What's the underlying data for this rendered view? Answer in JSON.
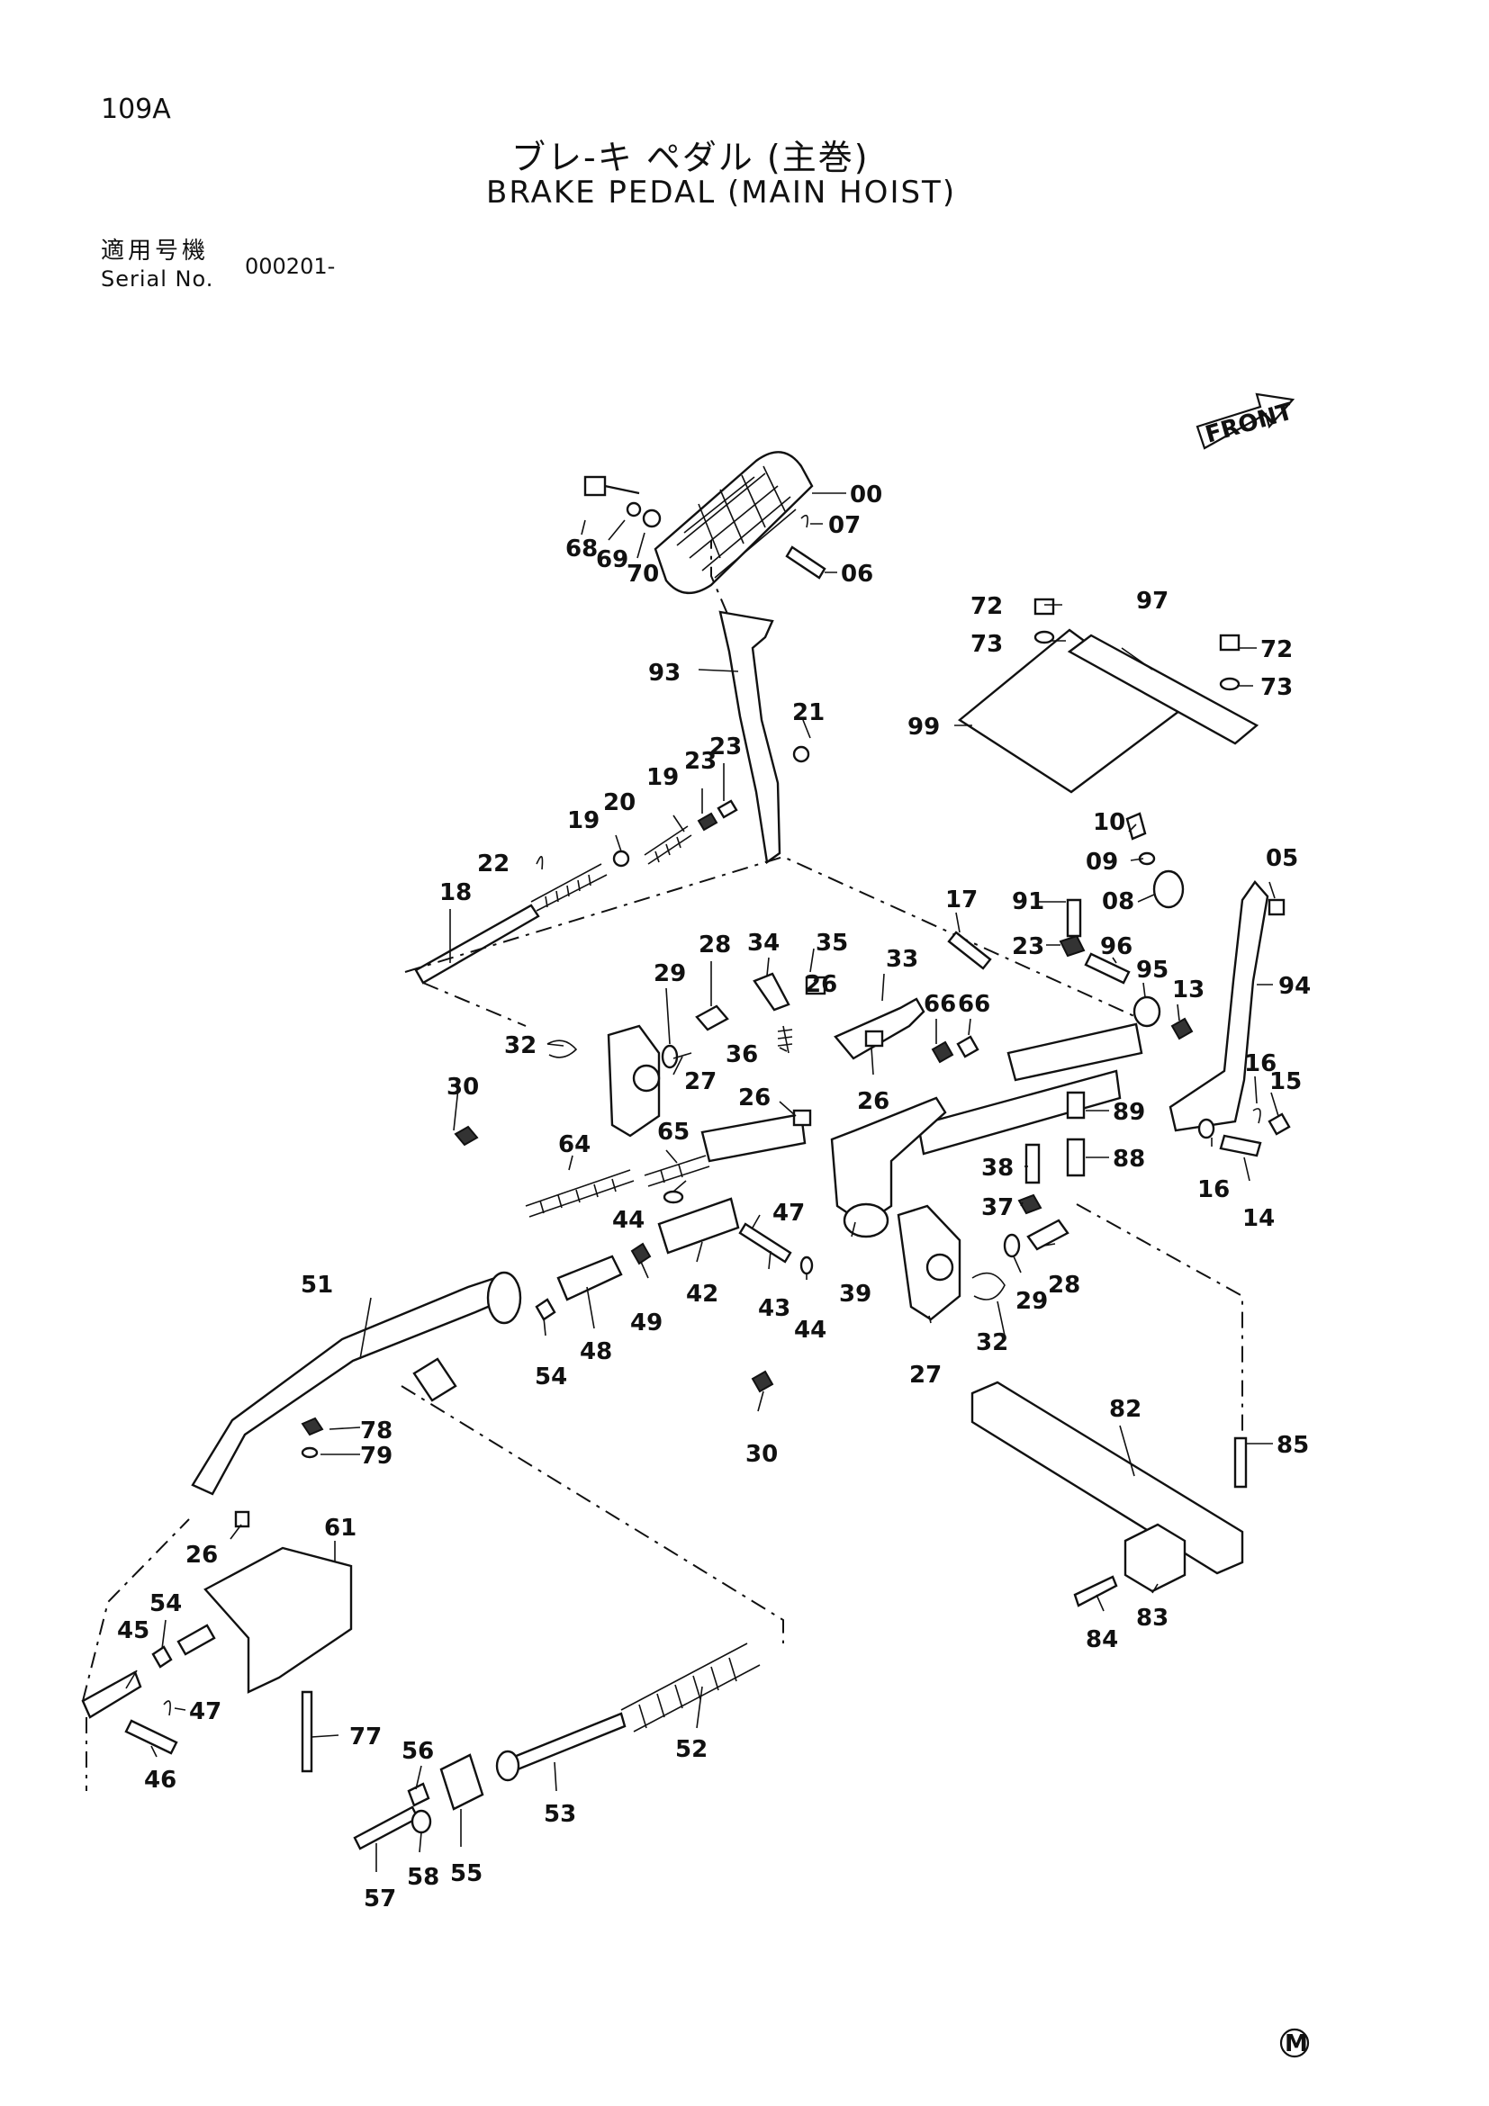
{
  "header": {
    "page_number": "109A",
    "title_jp": "ブレ-キ ペダル (主巻)",
    "title_en": "BRAKE PEDAL (MAIN HOIST)",
    "serial_label_jp": "適用号機",
    "serial_label_en": "Serial No.",
    "serial_value": "000201-"
  },
  "front_marker": "FRONT",
  "footer_mark": "M",
  "part_labels": {
    "p00": "00",
    "p05": "05",
    "p06": "06",
    "p07": "07",
    "p08": "08",
    "p09": "09",
    "p10": "10",
    "p13": "13",
    "p14": "14",
    "p15": "15",
    "p16a": "16",
    "p16b": "16",
    "p17": "17",
    "p18": "18",
    "p19a": "19",
    "p19b": "19",
    "p20": "20",
    "p21": "21",
    "p22": "22",
    "p23a": "23",
    "p23b": "23",
    "p23c": "23",
    "p26a": "26",
    "p26b": "26",
    "p26c": "26",
    "p26d": "26",
    "p27a": "27",
    "p27b": "27",
    "p28a": "28",
    "p28b": "28",
    "p29a": "29",
    "p29b": "29",
    "p30a": "30",
    "p30b": "30",
    "p32a": "32",
    "p32b": "32",
    "p33": "33",
    "p34": "34",
    "p35": "35",
    "p36": "36",
    "p37": "37",
    "p38": "38",
    "p39": "39",
    "p42": "42",
    "p43": "43",
    "p44a": "44",
    "p44b": "44",
    "p45": "45",
    "p46": "46",
    "p47a": "47",
    "p47b": "47",
    "p48": "48",
    "p49": "49",
    "p51": "51",
    "p52": "52",
    "p53": "53",
    "p54a": "54",
    "p54b": "54",
    "p55": "55",
    "p56": "56",
    "p57": "57",
    "p58": "58",
    "p61": "61",
    "p64": "64",
    "p65": "65",
    "p66a": "66",
    "p66b": "66",
    "p68": "68",
    "p69": "69",
    "p70": "70",
    "p72a": "72",
    "p72b": "72",
    "p73a": "73",
    "p73b": "73",
    "p77": "77",
    "p78": "78",
    "p79": "79",
    "p82": "82",
    "p83": "83",
    "p84": "84",
    "p85": "85",
    "p88": "88",
    "p89": "89",
    "p91": "91",
    "p93": "93",
    "p94": "94",
    "p95": "95",
    "p96": "96",
    "p97": "97",
    "p99": "99"
  }
}
